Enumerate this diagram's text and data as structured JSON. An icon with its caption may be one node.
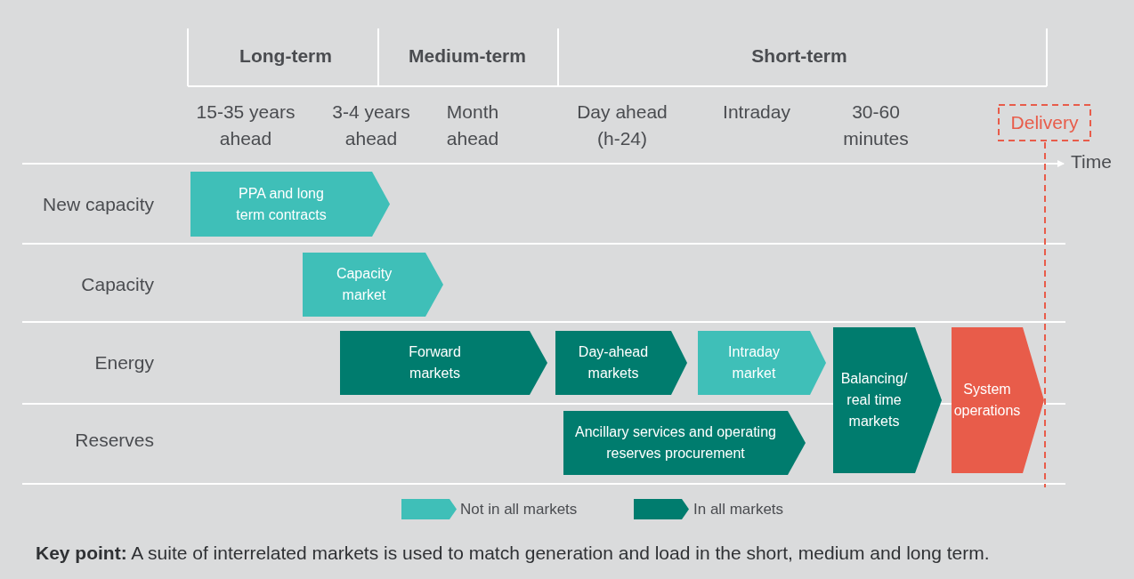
{
  "diagram": {
    "caption": "**Key point:** A suite of interrelated markets is used to match generation and load in the short, medium and long term.",
    "nodes": [
      {
        "text": [
          "Delivery"
        ]
      },
      {
        "text": [
          "PPA and long term contracts"
        ]
      },
      {
        "text": [
          "Capacity market"
        ]
      },
      {
        "text": [
          "Forward markets"
        ]
      },
      {
        "text": [
          "Day-ahead markets"
        ]
      },
      {
        "text": [
          "Intraday market"
        ]
      },
      {
        "text": [
          "Balancing/ real time markets"
        ]
      },
      {
        "text": [
          "System operations"
        ]
      },
      {
        "text": [
          "Ancillary services and operating reserves procurement"
        ]
      }
    ],
    "labels": [
      "Long-term",
      "Medium-term",
      "Short-term",
      "15-35 years ahead",
      "3-4 years ahead",
      "Month ahead",
      "Day ahead (h-24)",
      "Intraday",
      "30-60 minutes",
      "Time",
      "New capacity",
      "Capacity",
      "Energy",
      "Reserves"
    ],
    "legend": [
      {
        "text": "Not in all markets",
        "color": "#3fbfb8"
      },
      {
        "text": "In all markets",
        "color": "#007c6e"
      }
    ]
  }
}
